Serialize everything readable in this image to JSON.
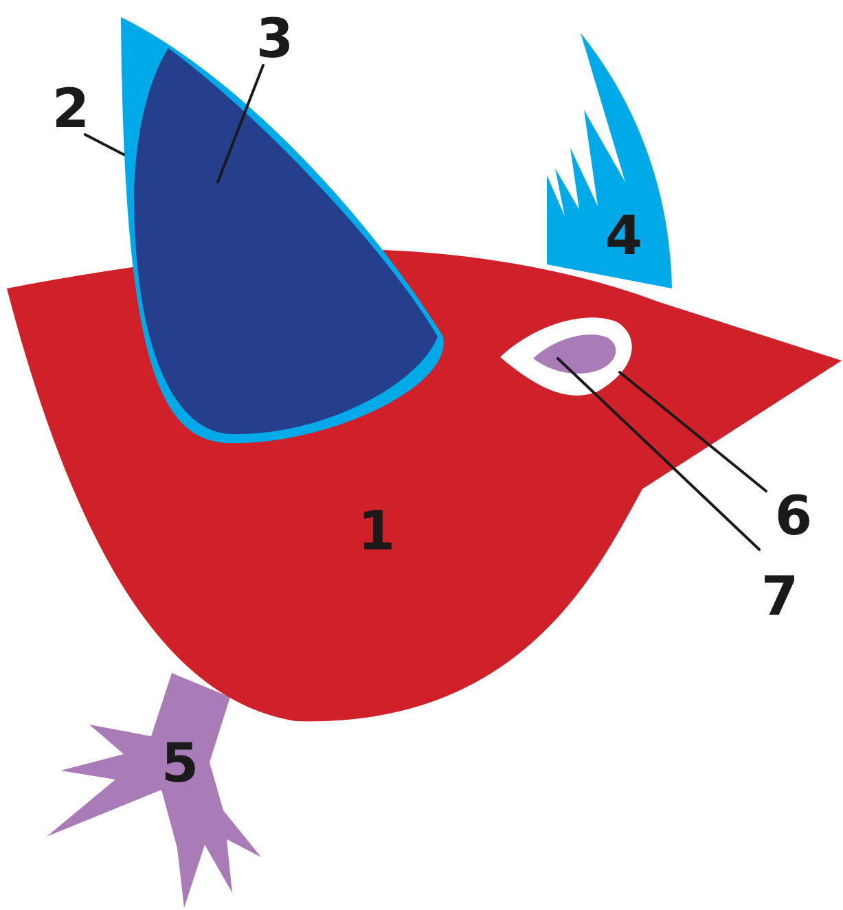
{
  "colors": {
    "body": "#d0202a",
    "wing_outer": "#00aae8",
    "wing_inner": "#253f8c",
    "tail": "#00aae8",
    "leg": "#a97cb8",
    "eye_white": "#ffffff",
    "eye_iris": "#a97cb8",
    "label_text": "#1a1a1a",
    "background": "#ffffff"
  },
  "labels": [
    {
      "id": "body",
      "text": "1"
    },
    {
      "id": "wing-outline",
      "text": "2"
    },
    {
      "id": "wing-inner",
      "text": "3"
    },
    {
      "id": "tail",
      "text": "4"
    },
    {
      "id": "leg",
      "text": "5"
    },
    {
      "id": "eye-white",
      "text": "6"
    },
    {
      "id": "eye-iris",
      "text": "7"
    }
  ]
}
